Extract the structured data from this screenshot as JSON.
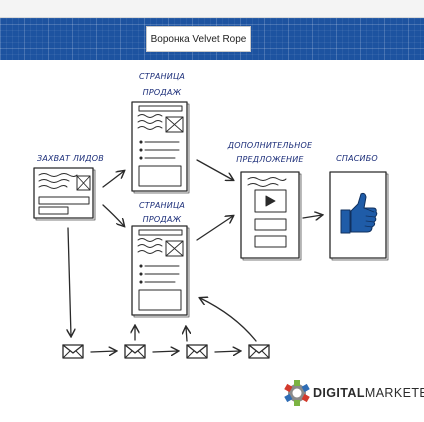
{
  "header": {
    "title": "Воронка Velvet Rope"
  },
  "labels": {
    "lead_capture": "ЗАХВАТ ЛИДОВ",
    "sales_page_1_line1": "СТРАНИЦА",
    "sales_page_1_line2": "ПРОДАЖ",
    "sales_page_2_line1": "СТРАНИЦА",
    "sales_page_2_line2": "ПРОДАЖ",
    "upsell_line1": "ДОПОЛНИТЕЛЬНОЕ",
    "upsell_line2": "ПРЕДЛОЖЕНИЕ",
    "thank_you": "СПАСИБО"
  },
  "logo": {
    "strong": "DIGITAL",
    "light": "MARKETER"
  },
  "colors": {
    "banner": "#1d53a0",
    "ink": "#2a2a2a",
    "label_ink": "#1a2c78",
    "thumb": "#1f5ca8",
    "logo_red": "#d33a2c",
    "logo_green": "#7cb342",
    "logo_blue": "#2f6db5",
    "logo_gray": "#8a8a8a"
  },
  "icons": [
    "envelope-icon",
    "thumbs-up-icon",
    "play-icon",
    "image-placeholder-icon",
    "digitalmarketer-logo-icon"
  ]
}
